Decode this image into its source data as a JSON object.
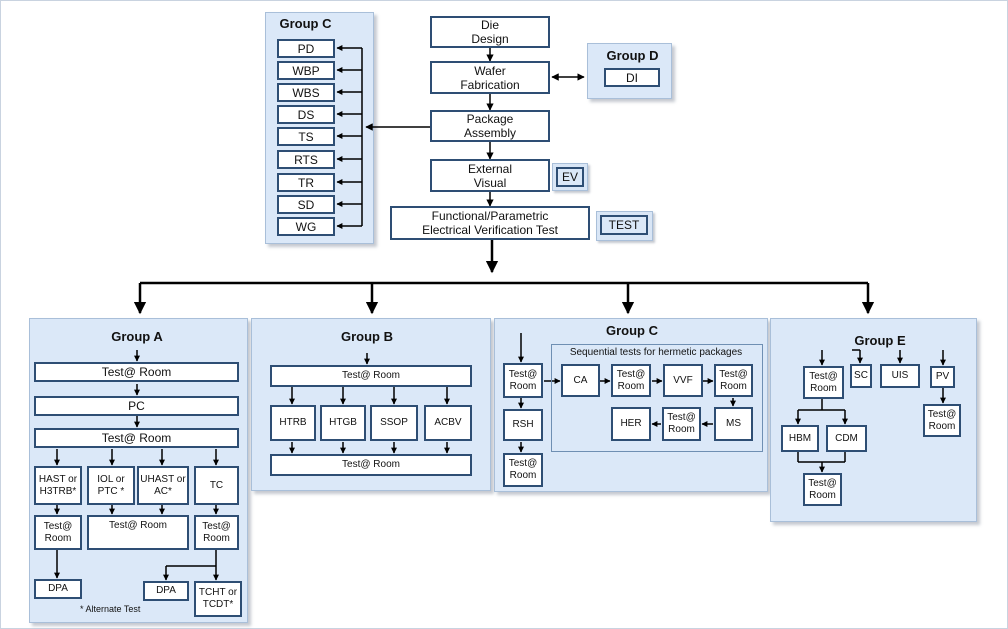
{
  "flow": {
    "die_design": "Die\nDesign",
    "wafer_fab": "Wafer\nFabrication",
    "package_assembly": "Package\nAssembly",
    "external_visual": "External\nVisual",
    "func_test": "Functional/Parametric\nElectrical Verification Test",
    "ev_tag": "EV",
    "test_tag": "TEST"
  },
  "group_c_top": {
    "title": "Group C",
    "items": [
      "PD",
      "WBP",
      "WBS",
      "DS",
      "TS",
      "RTS",
      "TR",
      "SD",
      "WG"
    ]
  },
  "group_d": {
    "title": "Group D",
    "item": "DI"
  },
  "group_a": {
    "title": "Group A",
    "test_room": "Test@ Room",
    "pc": "PC",
    "hast": "HAST or\nH3TRB*",
    "iol": "IOL or\nPTC *",
    "uhast": "UHAST or\nAC*",
    "tc": "TC",
    "test_room_short": "Test@\nRoom",
    "dpa": "DPA",
    "tcht": "TCHT or\nTCDT*",
    "note": "* Alternate Test"
  },
  "group_b": {
    "title": "Group B",
    "test_room": "Test@ Room",
    "items": [
      "HTRB",
      "HTGB",
      "SSOP",
      "ACBV"
    ]
  },
  "group_c_bottom": {
    "title": "Group C",
    "seq_title": "Sequential tests for hermetic packages",
    "test_room": "Test@\nRoom",
    "rsh": "RSH",
    "ca": "CA",
    "vvf": "VVF",
    "her": "HER",
    "ms": "MS"
  },
  "group_e": {
    "title": "Group E",
    "test_room": "Test@\nRoom",
    "sc": "SC",
    "uis": "UIS",
    "pv": "PV",
    "hbm": "HBM",
    "cdm": "CDM"
  }
}
